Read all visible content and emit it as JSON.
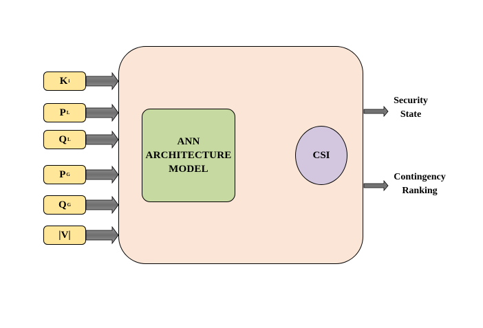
{
  "inputs": [
    {
      "main": "K",
      "sub": "i"
    },
    {
      "main": "P",
      "sub": "L"
    },
    {
      "main": "Q",
      "sub": "L"
    },
    {
      "main": "P",
      "sub": "G"
    },
    {
      "main": "Q",
      "sub": "G"
    },
    {
      "main": "|V|",
      "sub": ""
    }
  ],
  "ann": {
    "line1": "ANN",
    "line2": "ARCHITECTURE",
    "line3": "MODEL"
  },
  "csi": "CSI",
  "outputs": {
    "security_line1": "Security",
    "security_line2": "State",
    "contingency_line1": "Contingency",
    "contingency_line2": "Ranking"
  },
  "colors": {
    "main_box": "#fbe5d6",
    "input_box": "#ffe699",
    "ann_box": "#c5d9a0",
    "csi_circle": "#d3c7e0",
    "arrow_dark": "#4d4d4d",
    "arrow_gray": "#808080"
  }
}
